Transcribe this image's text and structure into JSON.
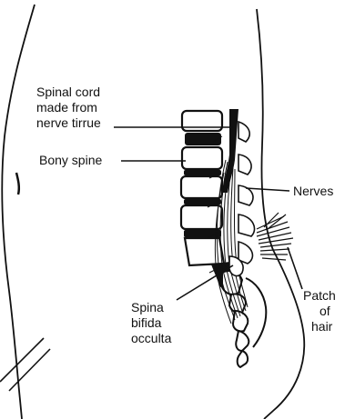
{
  "labels": {
    "spinal_cord": [
      "Spinal cord",
      "made from",
      "nerve tirrue"
    ],
    "bony_spine": "Bony spine",
    "nerves": "Nerves",
    "spina_bifida": [
      "Spina",
      "bifida",
      "occulta"
    ],
    "patch_of_hair": [
      "Patch",
      "of",
      "hair"
    ]
  },
  "colors": {
    "ink": "#111111",
    "background": "#ffffff"
  }
}
